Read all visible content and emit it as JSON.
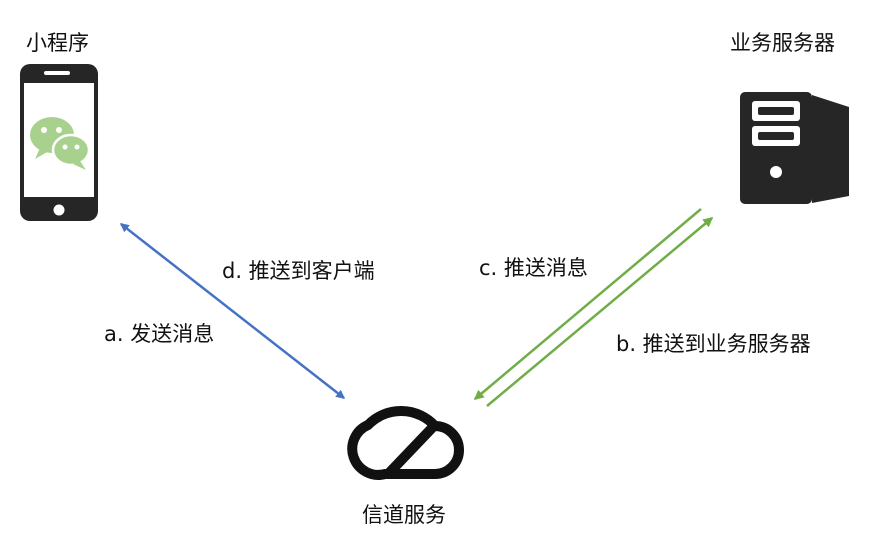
{
  "nodes": {
    "client": {
      "label": "小程序",
      "icon": "smartphone-wechat-icon"
    },
    "server": {
      "label": "业务服务器",
      "icon": "server-tower-icon"
    },
    "channel": {
      "label": "信道服务",
      "icon": "tencent-cloud-icon"
    }
  },
  "edges": {
    "a": {
      "label": "a. 发送消息"
    },
    "b": {
      "label": "b. 推送到业务服务器"
    },
    "c": {
      "label": "c. 推送消息"
    },
    "d": {
      "label": "d. 推送到客户端"
    }
  },
  "colors": {
    "client_link": "#4472c4",
    "server_link": "#70ad47",
    "icon_dark": "#262626",
    "wechat_bubble": "#a9d18e"
  }
}
